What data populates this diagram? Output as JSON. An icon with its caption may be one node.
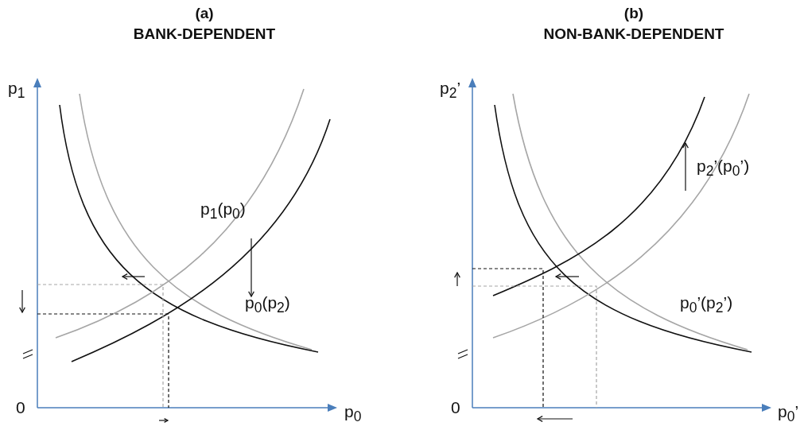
{
  "diagram": {
    "labels": [
      "(a)",
      "BANK-DEPENDENT",
      "(b)",
      "NON-BANK-DEPENDENT",
      "p$_{1}$",
      "0",
      "p$_{0}$",
      "p$_{1}$(p$_{0}$)",
      "p$_{0}$(p$_{2}$)",
      "p$_{2}$’",
      "0",
      "p$_{0}$’",
      "p$_{2}$’(p$_{0}$’)",
      "p$_{0}$’(p$_{2}$’)"
    ]
  }
}
